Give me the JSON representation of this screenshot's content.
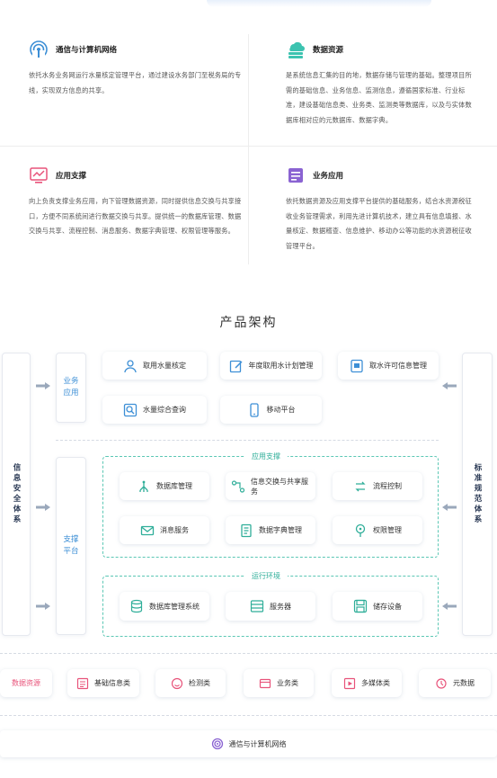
{
  "features": [
    {
      "title": "通信与计算机网络",
      "icon": "network-signal-icon",
      "desc": "依托水务业务网运行水量核定管理平台，通过建设水务部门至税务局的专线，实现双方信息的共享。"
    },
    {
      "title": "数据资源",
      "icon": "database-cloud-icon",
      "desc": "是系统信息汇集的目的地，数据存储与管理的基础。整理项目所需的基础信息、业务信息、监测信息，遵循国家标准、行业标准，建设基础信息类、业务类、监测类等数据库，以及与实体数据库相对应的元数据库、数据字典。"
    },
    {
      "title": "应用支撑",
      "icon": "chart-monitor-icon",
      "desc": "向上负责支撑业务应用，向下管理数据资源，同时提供信息交换与共享接口，方便不同系统间进行数据交换与共享。提供统一的数据库管理、数据交换与共享、流程控制、消息服务、数据字典管理、权限管理等服务。"
    },
    {
      "title": "业务应用",
      "icon": "document-app-icon",
      "desc": "依托数据资源及应用支撑平台提供的基础服务，结合水资源税征收业务管理需求，利用先进计算机技术，建立具有信息填报、水量核定、数据稽查、信息维护、移动办公等功能的水资源税征收管理平台。"
    }
  ],
  "architecture": {
    "title": "产品架构",
    "left_side": "信息安全体系",
    "right_side": "标准规范体系",
    "business_label": "业务应用",
    "support_label": "支撑平台",
    "business_modules": [
      {
        "label": "取用水量核定",
        "icon": "person-badge-icon"
      },
      {
        "label": "年度取用水计划管理",
        "icon": "edit-icon"
      },
      {
        "label": "取水许可信息管理",
        "icon": "license-icon"
      },
      {
        "label": "水量综合查询",
        "icon": "search-icon"
      },
      {
        "label": "移动平台",
        "icon": "mobile-icon"
      }
    ],
    "app_support": {
      "title": "应用支撑",
      "modules": [
        {
          "label": "数据库管理",
          "icon": "tree-icon"
        },
        {
          "label": "信息交换与共享服务",
          "icon": "exchange-icon"
        },
        {
          "label": "流程控制",
          "icon": "flow-icon"
        },
        {
          "label": "消息服务",
          "icon": "message-icon"
        },
        {
          "label": "数据字典管理",
          "icon": "dictionary-icon"
        },
        {
          "label": "权限管理",
          "icon": "permission-icon"
        }
      ]
    },
    "runtime": {
      "title": "运行环境",
      "modules": [
        {
          "label": "数据库管理系统",
          "icon": "database-icon"
        },
        {
          "label": "服务器",
          "icon": "server-icon"
        },
        {
          "label": "储存设备",
          "icon": "storage-icon"
        }
      ]
    },
    "data_resources": [
      {
        "label": "数据资源",
        "icon": ""
      },
      {
        "label": "基础信息类",
        "icon": "list-icon"
      },
      {
        "label": "检测类",
        "icon": "detect-icon"
      },
      {
        "label": "业务类",
        "icon": "business-icon"
      },
      {
        "label": "多媒体类",
        "icon": "media-icon"
      },
      {
        "label": "元数据",
        "icon": "metadata-icon"
      }
    ],
    "network": {
      "label": "通信与计算机网络",
      "icon": "network-icon"
    }
  },
  "colors": {
    "accent": "#3d8fd6",
    "teal": "#2fae99",
    "pink": "#e8537a",
    "purple": "#8a63d2"
  }
}
